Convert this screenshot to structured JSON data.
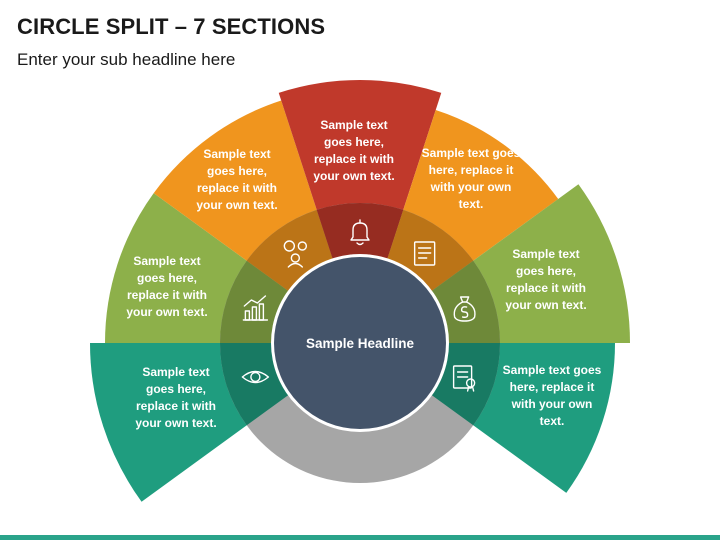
{
  "header": {
    "title": "CIRCLE SPLIT – 7 SECTIONS",
    "subtitle": "Enter your sub headline here"
  },
  "center": {
    "label": "Sample Headline"
  },
  "sections": [
    {
      "color": "#1f9d7f",
      "icon": "eye-icon",
      "lines": [
        "Sample text",
        "goes here,",
        "replace it with",
        "your own text."
      ]
    },
    {
      "color": "#8db04a",
      "icon": "bar-chart-icon",
      "lines": [
        "Sample text",
        "goes here,",
        "replace it with",
        "your own text."
      ]
    },
    {
      "color": "#f0951e",
      "icon": "gears-person-icon",
      "lines": [
        "Sample text",
        "goes here,",
        "replace it with",
        "your own text."
      ]
    },
    {
      "color": "#c0392b",
      "icon": "bell-icon",
      "lines": [
        "Sample text",
        "goes here,",
        "replace it with",
        "your own text."
      ]
    },
    {
      "color": "#f0951e",
      "icon": "document-icon",
      "lines": [
        "Sample text goes",
        "here, replace it",
        "with your own",
        "text."
      ]
    },
    {
      "color": "#8db04a",
      "icon": "money-bag-icon",
      "lines": [
        "Sample text",
        "goes here,",
        "replace it with",
        "your own text."
      ]
    },
    {
      "color": "#1f9d7f",
      "icon": "certificate-icon",
      "lines": [
        "Sample text goes",
        "here, replace it",
        "with your own",
        "text."
      ]
    }
  ],
  "colors": {
    "center": "#44546a",
    "ring_base": "#a6a6a6",
    "bottom_bar": "#2aa38a"
  }
}
